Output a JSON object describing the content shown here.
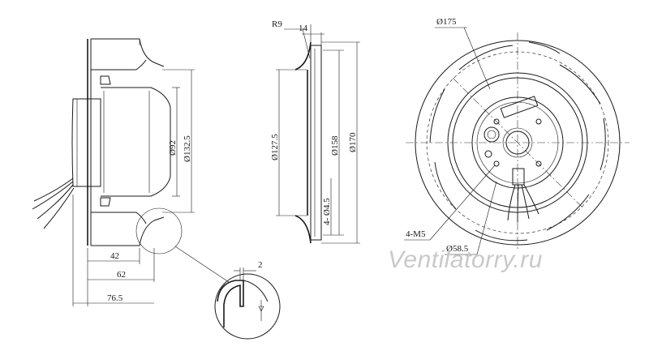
{
  "side_view": {
    "dims": {
      "d92": "Ø92",
      "d132": "Ø132.5",
      "w42": "42",
      "w62": "62",
      "w765": "76.5"
    }
  },
  "section_view": {
    "dims": {
      "r9": "R9",
      "t14": "14",
      "d1275": "Ø127.5",
      "d45": "4- Ø4.5",
      "d158": "Ø158",
      "d170": "Ø170"
    }
  },
  "front_view": {
    "dims": {
      "d175": "Ø175",
      "m5": "4-M5",
      "d585": "Ø58.5"
    }
  },
  "detail_view": {
    "dims": {
      "t2": "2"
    }
  },
  "watermark": "Ventilatorry.ru"
}
